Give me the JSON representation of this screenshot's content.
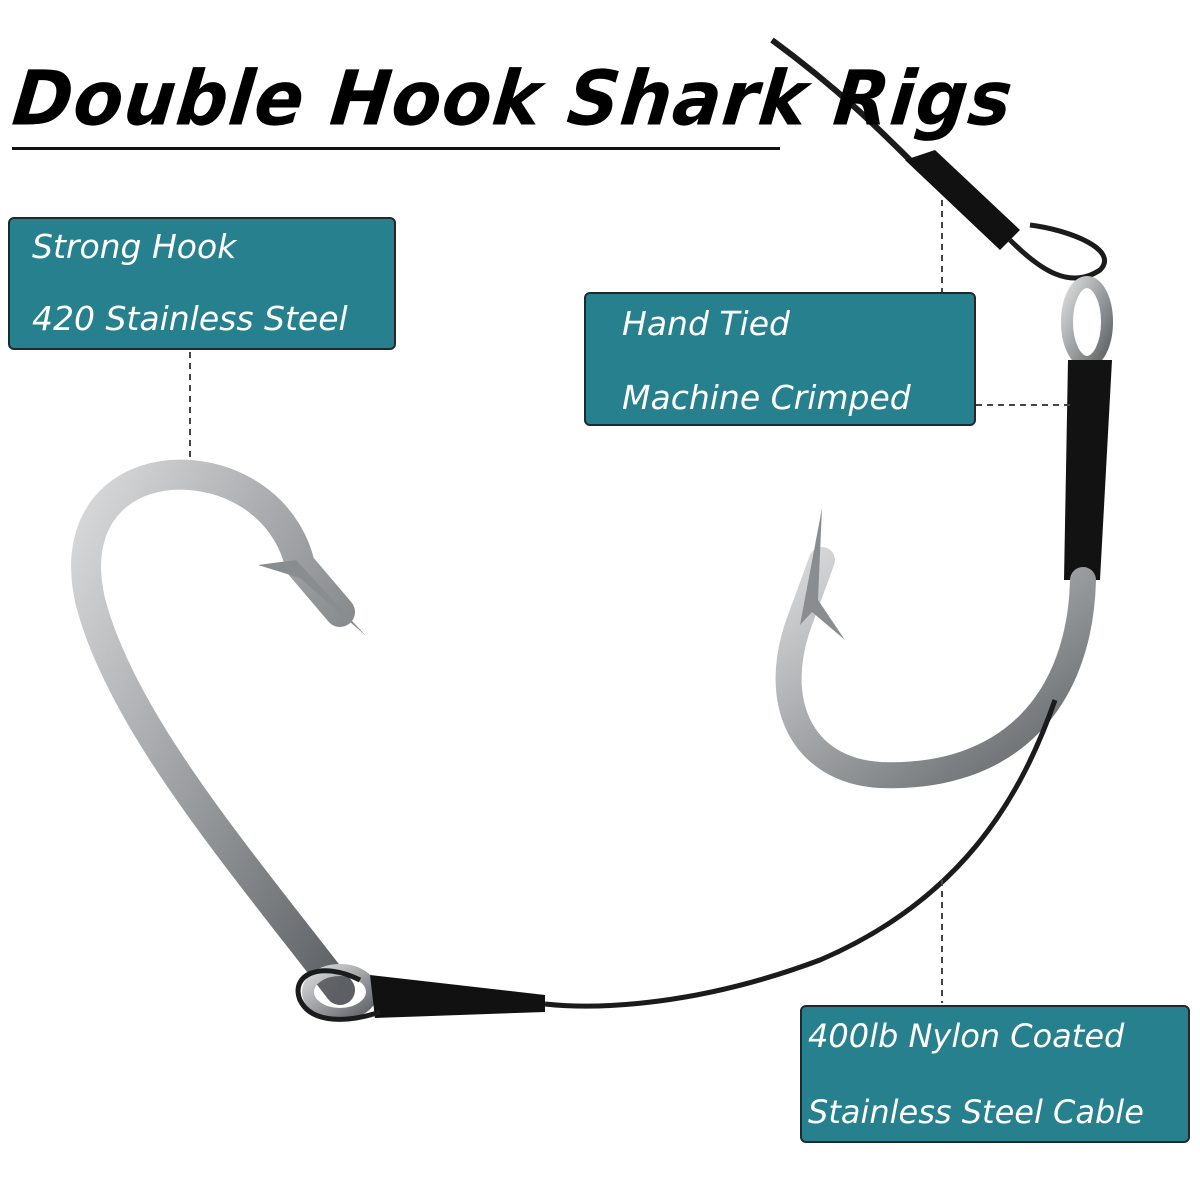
{
  "title": "Double Hook Shark Rigs",
  "callouts": {
    "hook": {
      "line1": "Strong Hook",
      "line2": "420 Stainless Steel"
    },
    "crimp": {
      "line1": "Hand Tied",
      "line2": "Machine Crimped"
    },
    "cable": {
      "line1": "400lb Nylon Coated",
      "line2": "Stainless Steel Cable"
    }
  },
  "colors": {
    "callout_bg": "#27808d",
    "callout_text": "#ffffff",
    "hook_steel": "#a7a9ab",
    "cable": "#1a1a1a"
  },
  "icons": [
    "double-hook-rig-illustration"
  ]
}
